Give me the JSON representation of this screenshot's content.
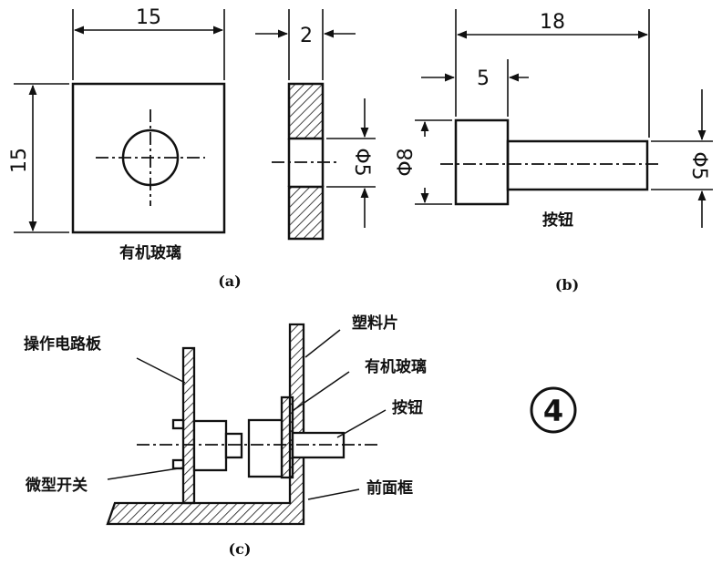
{
  "a": {
    "width": "15",
    "height": "15",
    "thickness": "2",
    "hole": "Φ5",
    "label": "有机玻璃",
    "caption": "(a)"
  },
  "b": {
    "length": "18",
    "head": "5",
    "diameter_head": "Φ8",
    "diameter_shaft": "Φ5",
    "label": "按钮",
    "caption": "(b)"
  },
  "c": {
    "labels": {
      "board": "操作电路板",
      "plastic": "塑料片",
      "glass": "有机玻璃",
      "button": "按钮",
      "switch": "微型开关",
      "frame": "前面框"
    },
    "caption": "(c)"
  },
  "figure_number": "4"
}
